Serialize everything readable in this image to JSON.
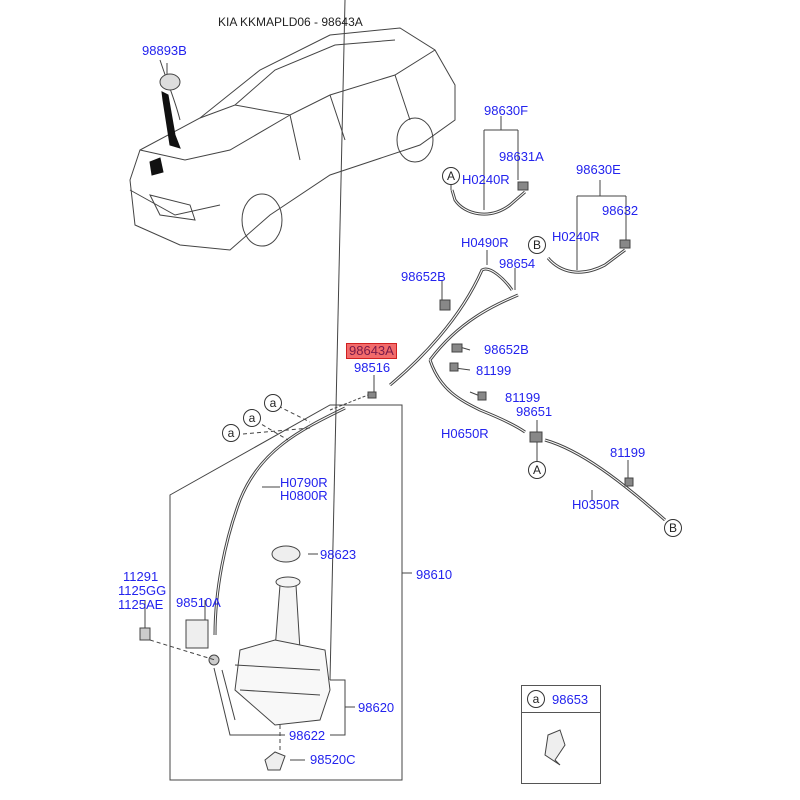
{
  "title": "KIA KKMAPLD06 - 98643A",
  "highlight_color": "#f26b6b",
  "label_color": "#2323ee",
  "labels": {
    "p98893B": "98893B",
    "p98630F": "98630F",
    "p98631A": "98631A",
    "p98630E": "98630E",
    "p98632": "98632",
    "pH0240R_a": "H0240R",
    "pH0240R_b": "H0240R",
    "pH0490R": "H0490R",
    "p98654": "98654",
    "p98652B_a": "98652B",
    "p98652B_b": "98652B",
    "p98643A": "98643A",
    "p98516": "98516",
    "p81199_a": "81199",
    "p81199_b": "81199",
    "p81199_c": "81199",
    "p98651": "98651",
    "pH0650R": "H0650R",
    "pH0350R": "H0350R",
    "pH0790R": "H0790R",
    "pH0800R": "H0800R",
    "p98623": "98623",
    "p98610": "98610",
    "p11291": "11291",
    "p1125GG": "1125GG",
    "p1125AE": "1125AE",
    "p98510A": "98510A",
    "p98620": "98620",
    "p98622": "98622",
    "p98520C": "98520C"
  },
  "callouts": {
    "A1": "A",
    "B1": "B",
    "A2": "A",
    "B2": "B",
    "a1": "a",
    "a2": "a",
    "a3": "a"
  },
  "legend": {
    "key": "a",
    "part": "98653"
  }
}
